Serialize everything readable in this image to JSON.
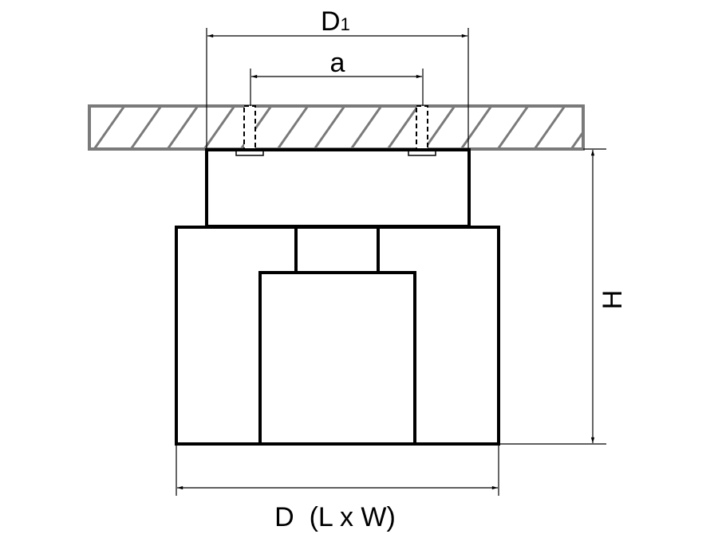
{
  "diagram": {
    "labels": {
      "d1_main": "D",
      "d1_sub": "1",
      "a": "a",
      "h": "H",
      "d": "D  (L x W)"
    },
    "colors": {
      "ceiling": "#7a7a7a",
      "body": "#000000",
      "dimension": "#000000"
    }
  }
}
